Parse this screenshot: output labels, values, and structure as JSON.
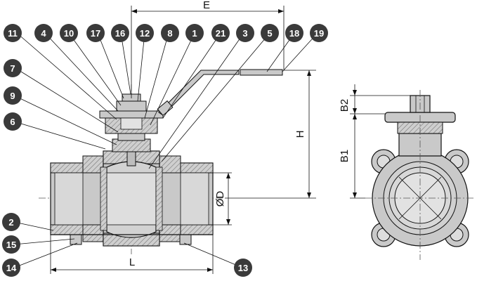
{
  "dimensions": {
    "E": "E",
    "H": "H",
    "L": "L",
    "D": "ØD",
    "B1": "B1",
    "B2": "B2"
  },
  "callouts": {
    "c11": "11",
    "c4": "4",
    "c10": "10",
    "c17": "17",
    "c16": "16",
    "c12": "12",
    "c8": "8",
    "c1": "1",
    "c21": "21",
    "c3": "3",
    "c5": "5",
    "c18": "18",
    "c19": "19",
    "c7": "7",
    "c9": "9",
    "c6": "6",
    "c2": "2",
    "c15": "15",
    "c14": "14",
    "c13": "13"
  },
  "colors": {
    "body_fill": "#c9c9c9",
    "section_hatch": "#8a8a8a",
    "callout_bg": "#3a3a3a",
    "line": "#111111"
  }
}
